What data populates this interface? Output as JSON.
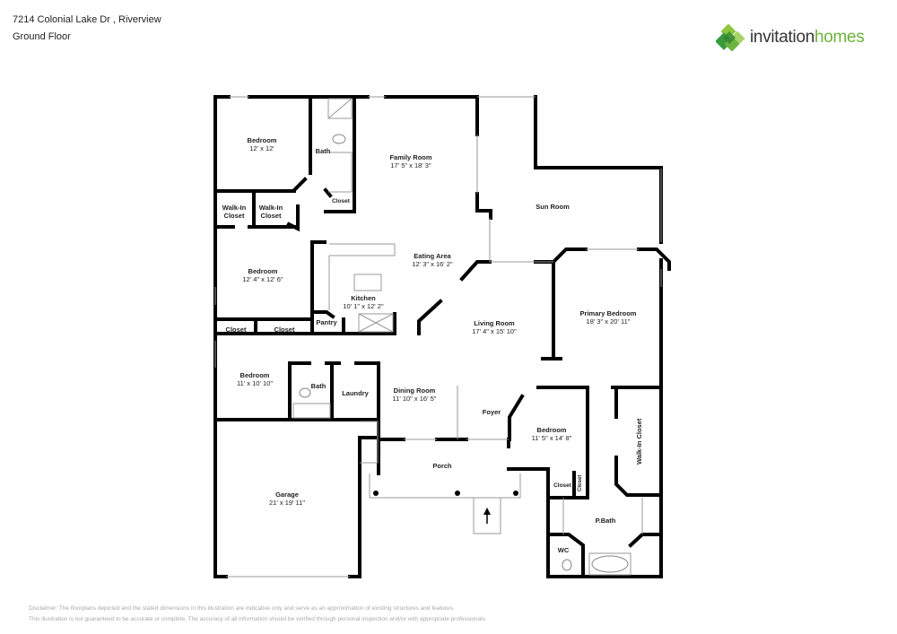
{
  "header": {
    "address": "7214 Colonial Lake Dr , Riverview",
    "floor": "Ground Floor"
  },
  "logo": {
    "word1": "invitation",
    "word2": "homes",
    "colors": {
      "primary_green": "#6cb33f",
      "dark_green": "#2e8b3a",
      "text_dark": "#333333"
    }
  },
  "rooms": [
    {
      "name": "Bedroom",
      "dims": "12' x 12'"
    },
    {
      "name": "Bath",
      "dims": ""
    },
    {
      "name": "Family Room",
      "dims": "17' 5\" x 18' 3\""
    },
    {
      "name": "Closet",
      "dims": ""
    },
    {
      "name": "Walk-In Closet",
      "dims": ""
    },
    {
      "name": "Walk-In Closet",
      "dims": ""
    },
    {
      "name": "Sun Room",
      "dims": ""
    },
    {
      "name": "Eating Area",
      "dims": "12' 3\" x 16' 2\""
    },
    {
      "name": "Bedroom",
      "dims": "12' 4\" x 12' 6\""
    },
    {
      "name": "Kitchen",
      "dims": "10' 1\" x 12' 2\""
    },
    {
      "name": "Pantry",
      "dims": ""
    },
    {
      "name": "Primary Bedroom",
      "dims": "18' 3\" x 20' 11\""
    },
    {
      "name": "Living Room",
      "dims": "17' 4\" x 15' 10\""
    },
    {
      "name": "Closet",
      "dims": ""
    },
    {
      "name": "Closet",
      "dims": ""
    },
    {
      "name": "Bedroom",
      "dims": "11' x 10' 10\""
    },
    {
      "name": "Bath",
      "dims": ""
    },
    {
      "name": "Laundry",
      "dims": ""
    },
    {
      "name": "Dining Room",
      "dims": "11' 10\" x 16' 5\""
    },
    {
      "name": "Foyer",
      "dims": ""
    },
    {
      "name": "Bedroom",
      "dims": "11' 5\" x 14' 8\""
    },
    {
      "name": "Walk-In Closet",
      "dims": ""
    },
    {
      "name": "Porch",
      "dims": ""
    },
    {
      "name": "Closet",
      "dims": ""
    },
    {
      "name": "Closet",
      "dims": ""
    },
    {
      "name": "Garage",
      "dims": "21' x 19' 11\""
    },
    {
      "name": "P.Bath",
      "dims": ""
    },
    {
      "name": "WC",
      "dims": ""
    }
  ],
  "disclaimer": {
    "line1": "Disclaimer: The floorplans depicted and the stated dimensions in this illustration are indicative only and serve as an approximation of existing structures and features.",
    "line2": "This illustration is not guaranteed to be accurate or complete. The accuracy of all information should be verified through personal inspection and/or with appropriate professionals."
  },
  "icons": {
    "entry_arrow": "arrow-up-icon"
  }
}
